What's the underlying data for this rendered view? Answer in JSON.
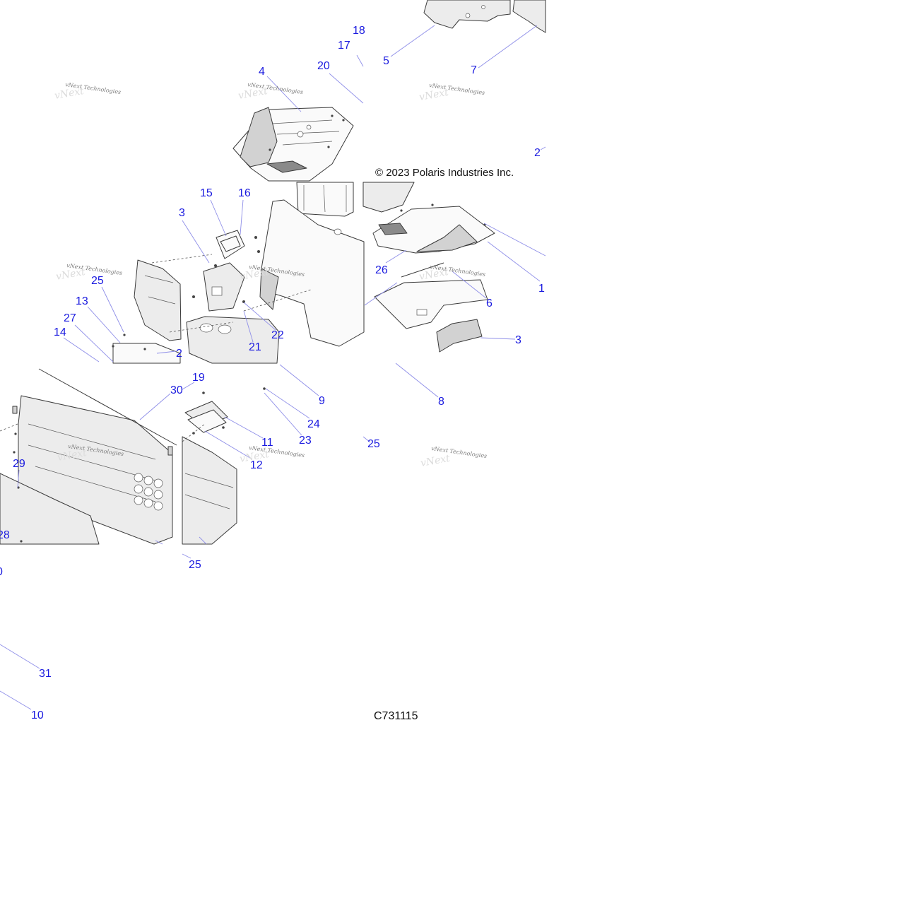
{
  "copyright": "© 2023 Polaris Industries Inc.",
  "diagram_code": "C731115",
  "watermark_text": "vNext Technologies",
  "callouts": [
    {
      "id": "c18",
      "label": "18"
    },
    {
      "id": "c17",
      "label": "17"
    },
    {
      "id": "c20",
      "label": "20"
    },
    {
      "id": "c5",
      "label": "5"
    },
    {
      "id": "c7",
      "label": "7"
    },
    {
      "id": "c4",
      "label": "4"
    },
    {
      "id": "c2top",
      "label": "2"
    },
    {
      "id": "c15",
      "label": "15"
    },
    {
      "id": "c16",
      "label": "16"
    },
    {
      "id": "c3left",
      "label": "3"
    },
    {
      "id": "c26",
      "label": "26"
    },
    {
      "id": "c1",
      "label": "1"
    },
    {
      "id": "c6",
      "label": "6"
    },
    {
      "id": "c25a",
      "label": "25"
    },
    {
      "id": "c13",
      "label": "13"
    },
    {
      "id": "c27",
      "label": "27"
    },
    {
      "id": "c14",
      "label": "14"
    },
    {
      "id": "c2mid",
      "label": "2"
    },
    {
      "id": "c22",
      "label": "22"
    },
    {
      "id": "c21",
      "label": "21"
    },
    {
      "id": "c3",
      "label": "3"
    },
    {
      "id": "c19",
      "label": "19"
    },
    {
      "id": "c30",
      "label": "30"
    },
    {
      "id": "c9",
      "label": "9"
    },
    {
      "id": "c8",
      "label": "8"
    },
    {
      "id": "c24",
      "label": "24"
    },
    {
      "id": "c11",
      "label": "11"
    },
    {
      "id": "c23",
      "label": "23"
    },
    {
      "id": "c25b",
      "label": "25"
    },
    {
      "id": "c12",
      "label": "12"
    },
    {
      "id": "c29",
      "label": "29"
    },
    {
      "id": "c28",
      "label": "28"
    },
    {
      "id": "c25c",
      "label": "25"
    },
    {
      "id": "c0",
      "label": "0"
    },
    {
      "id": "c31",
      "label": "31"
    },
    {
      "id": "c10",
      "label": "10"
    }
  ],
  "colors": {
    "callout": "#1a1adf",
    "leader": "#8e8ee8",
    "outline": "#3a3a3a"
  }
}
